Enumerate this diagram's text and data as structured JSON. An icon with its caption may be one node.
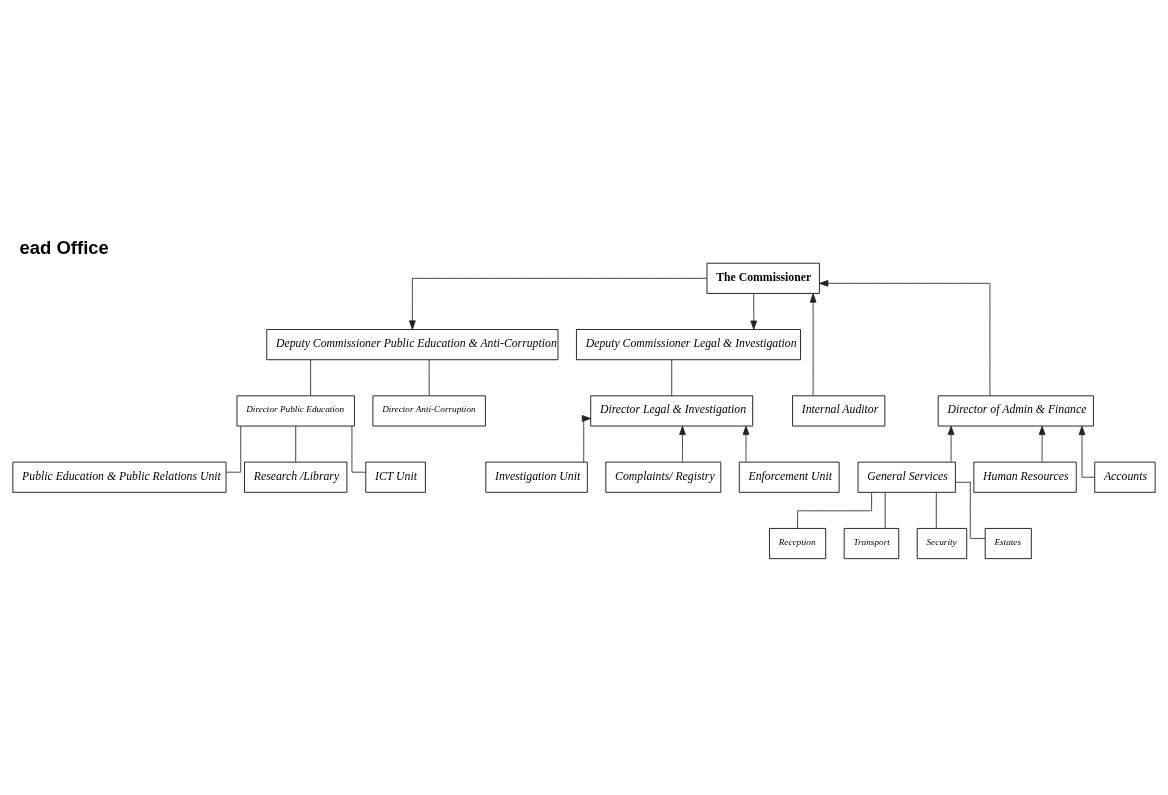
{
  "diagram": {
    "title": "ead Office",
    "nodes": [
      {
        "text": [
          "The Commissioner"
        ]
      },
      {
        "text": [
          "Deputy Commissioner Public Education & Anti-Corruption"
        ]
      },
      {
        "text": [
          "Deputy Commissioner Legal & Investigation"
        ]
      },
      {
        "text": [
          "Internal Auditor"
        ]
      },
      {
        "text": [
          "Director Public Education"
        ]
      },
      {
        "text": [
          "Director Anti-Corruption"
        ]
      },
      {
        "text": [
          "Director Legal & Investigation"
        ]
      },
      {
        "text": [
          "Director of Admin & Finance"
        ]
      },
      {
        "text": [
          "Public Education & Public Relations Unit"
        ]
      },
      {
        "text": [
          "Research /Library"
        ]
      },
      {
        "text": [
          "ICT Unit"
        ]
      },
      {
        "text": [
          "Investigation Unit"
        ]
      },
      {
        "text": [
          "Complaints/ Registry"
        ]
      },
      {
        "text": [
          "Enforcement Unit"
        ]
      },
      {
        "text": [
          "General Services"
        ]
      },
      {
        "text": [
          "Human Resources"
        ]
      },
      {
        "text": [
          "Accounts"
        ]
      },
      {
        "text": [
          "Reception"
        ]
      },
      {
        "text": [
          "Transport"
        ]
      },
      {
        "text": [
          "Security"
        ]
      },
      {
        "text": [
          "Estates"
        ]
      }
    ],
    "edges": [
      {
        "from": 3,
        "to": 0,
        "arrow": "to"
      },
      {
        "from": 0,
        "to": 1,
        "arrow": "to"
      },
      {
        "from": 0,
        "to": 2,
        "arrow": "to"
      },
      {
        "from": 7,
        "to": 0,
        "arrow": "to"
      },
      {
        "from": 1,
        "to": 4,
        "arrow": "none"
      },
      {
        "from": 1,
        "to": 5,
        "arrow": "none"
      },
      {
        "from": 2,
        "to": 6,
        "arrow": "none"
      },
      {
        "from": 4,
        "to": 8,
        "arrow": "none"
      },
      {
        "from": 4,
        "to": 9,
        "arrow": "none"
      },
      {
        "from": 4,
        "to": 10,
        "arrow": "none"
      },
      {
        "from": 11,
        "to": 6,
        "arrow": "to"
      },
      {
        "from": 12,
        "to": 6,
        "arrow": "to"
      },
      {
        "from": 13,
        "to": 6,
        "arrow": "to"
      },
      {
        "from": 14,
        "to": 7,
        "arrow": "to"
      },
      {
        "from": 15,
        "to": 7,
        "arrow": "to"
      },
      {
        "from": 16,
        "to": 7,
        "arrow": "to"
      },
      {
        "from": 14,
        "to": 17,
        "arrow": "none"
      },
      {
        "from": 14,
        "to": 18,
        "arrow": "none"
      },
      {
        "from": 14,
        "to": 19,
        "arrow": "none"
      },
      {
        "from": 14,
        "to": 20,
        "arrow": "none"
      }
    ]
  }
}
